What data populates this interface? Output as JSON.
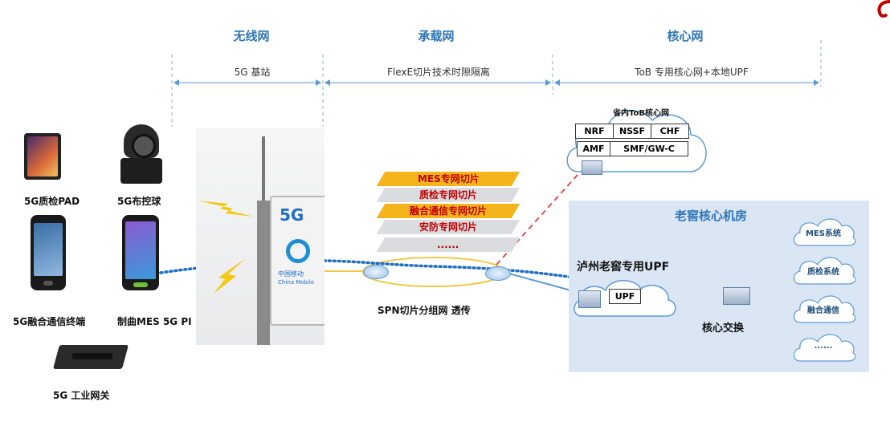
{
  "sections": {
    "wireless": {
      "title": "无线网",
      "sub": "5G 基站"
    },
    "bearer": {
      "title": "承载网",
      "sub": "FlexE切片技术时隙隔离"
    },
    "core": {
      "title": "核心网",
      "sub": "ToB 专用核心网+本地UPF"
    }
  },
  "devices": {
    "pad": "5G质检PAD",
    "ptz_camera": "5G布控球",
    "terminal": "5G融合通信终端",
    "mes_phone": "制曲MES 5G PI",
    "gateway": "5G  工业网关"
  },
  "tower": {
    "badge": "5G",
    "logo_cn": "中国移动",
    "logo_en": "China Mobile"
  },
  "slices": [
    "MES专网切片",
    "质检专网切片",
    "融合通信专网切片",
    "安防专网切片",
    "......"
  ],
  "spn_label": "SPN切片分组网 透传",
  "province_core": {
    "title": "省内ToB核心网",
    "row1": [
      "NRF",
      "NSSF",
      "CHF"
    ],
    "row2": [
      "AMF",
      "SMF/GW-C"
    ]
  },
  "core_room": {
    "title": "老窖核心机房",
    "upf_title": "泸州老窖专用UPF",
    "upf_label": "UPF",
    "switch_label": "核心交换",
    "systems": [
      "MES系统",
      "质检系统",
      "融合通信",
      "......"
    ]
  },
  "colors": {
    "accent": "#2e75b6",
    "slice_orange": "#f5b31c",
    "slice_gray": "#dadce0",
    "slice_text": "#c00000",
    "room_bg": "#dbe6f4"
  }
}
